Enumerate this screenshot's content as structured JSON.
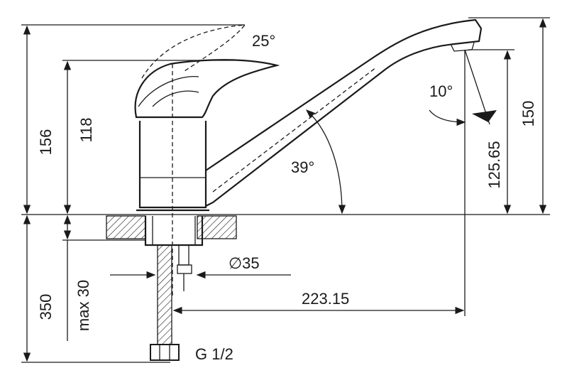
{
  "title": "Faucet technical drawing",
  "dimensions": {
    "handle_angle": "25°",
    "total_height": "156",
    "body_height": "118",
    "spout_tilt": "10°",
    "spout_height": "150",
    "outlet_height": "125.65",
    "spout_angle": "39°",
    "mount_diameter": "∅35",
    "spout_reach": "223.15",
    "hose_length": "350",
    "max_counter_thickness": "max 30",
    "thread": "G 1/2"
  }
}
